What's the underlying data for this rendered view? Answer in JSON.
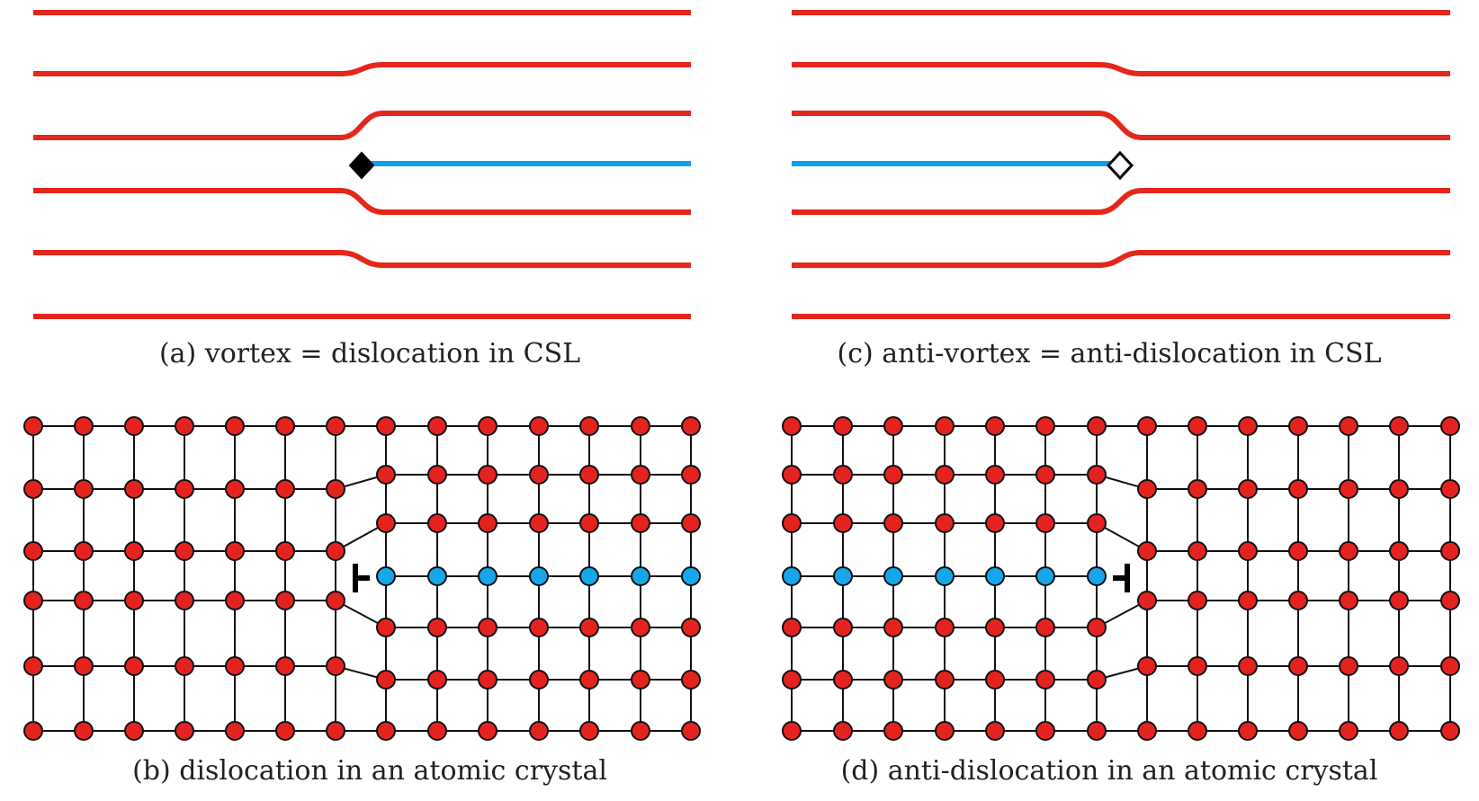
{
  "colors": {
    "red_line": "#e4261b",
    "blue_line": "#0fa0ee",
    "atom_red": "#e42320",
    "atom_blue": "#17a5ec",
    "edge": "#111111",
    "defect_fill_solid": "#000000",
    "defect_fill_open": "#ffffff"
  },
  "panels": {
    "a": {
      "caption": "(a) vortex = dislocation in CSL",
      "defect": "filled-diamond"
    },
    "c": {
      "caption": "(c) anti-vortex = anti-dislocation in CSL",
      "defect": "open-diamond"
    },
    "b": {
      "caption": "(b) dislocation in an atomic crystal",
      "defect": "edge-dislocation-symbol"
    },
    "d": {
      "caption": "(d) anti-dislocation in an atomic crystal",
      "defect": "anti-edge-dislocation-symbol"
    }
  }
}
